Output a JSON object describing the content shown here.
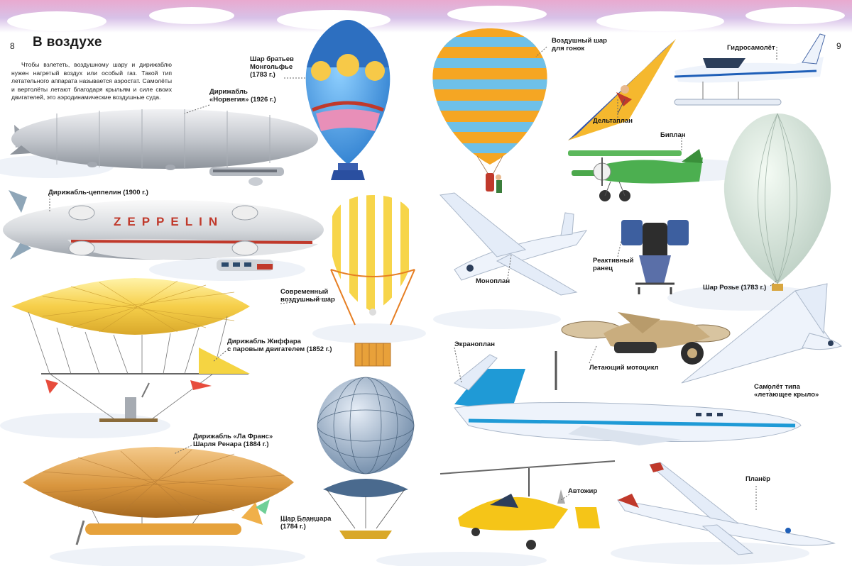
{
  "header": {
    "title": "В воздухе",
    "page_left": "8",
    "page_right": "9"
  },
  "intro": "Чтобы взлететь, воздушному шару и дирижаблю нужен нагретый воздух или особый газ. Такой тип летательного аппарата называется аэростат. Самолёты и вертолёты летают благодаря крыльям и силе своих двигателей, это аэродинамические воздушные суда.",
  "zeppelin_text": "ZEPPELIN",
  "labels": {
    "norvegia": "Дирижабль\n«Норвегия» (1926 г.)",
    "montgolfier": "Шар братьев\nМонгольфье\n(1783 г.)",
    "race_balloon": "Воздушный шар\nдля гонок",
    "seaplane": "Гидросамолёт",
    "hang_glider": "Дельтаплан",
    "biplane": "Биплан",
    "zeppelin_1900": "Дирижабль-цеппелин (1900 г.)",
    "modern_balloon": "Современный\nвоздушный шар",
    "monoplane": "Моноплан",
    "jetpack": "Реактивный\nранец",
    "rozier": "Шар Розье (1783 г.)",
    "giffard": "Дирижабль Жиффара\nс паровым двигателем (1852 г.)",
    "ekranoplan": "Экраноплан",
    "flying_moto": "Летающий мотоцикл",
    "flying_wing": "Самолёт типа\n«летающее крыло»",
    "la_france": "Дирижабль «Ла Франс»\nШарля Ренара (1884 г.)",
    "blanchard": "Шар Бланшара\n(1784 г.)",
    "autogyro": "Автожир",
    "glider": "Планёр"
  },
  "colors": {
    "sky_pink": "#f2b8d6",
    "sky_blue": "#c9d8f2",
    "airship_grey": "#c8ccd2",
    "balloon_blue": "#5aa9e6",
    "balloon_orange": "#f5a623",
    "balloon_yellow": "#f7d54a",
    "biplane_green": "#4caf50",
    "ekranoplan_blue": "#1f9ad6"
  }
}
